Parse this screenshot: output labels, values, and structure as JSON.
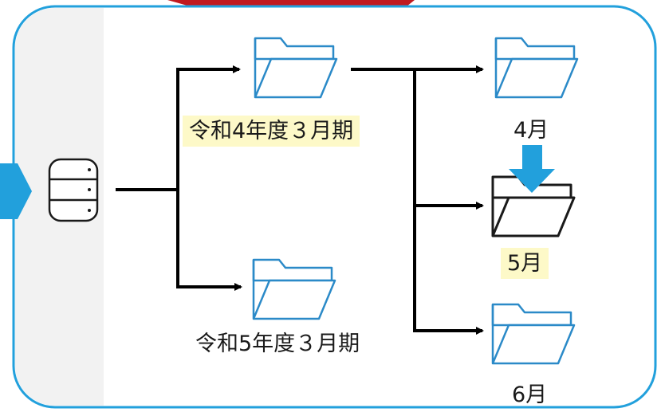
{
  "diagram": {
    "source_icon": "database-icon",
    "folder_icon": "folder-open-icon",
    "folders": [
      {
        "id": "fy4",
        "label": "令和4年度３月期",
        "highlighted": true
      },
      {
        "id": "fy5",
        "label": "令和5年度３月期",
        "highlighted": false
      },
      {
        "id": "m4",
        "label": "4月",
        "highlighted": false
      },
      {
        "id": "m5",
        "label": "5月",
        "highlighted": true,
        "marked_with_arrow": true
      },
      {
        "id": "m6",
        "label": "6月",
        "highlighted": false
      }
    ],
    "colors": {
      "panel_fill": "#f2f2f2",
      "panel_border": "#22a0dc",
      "folder_stroke": "#2b8ac8",
      "folder_fill": "#ffffff",
      "highlight": "#fdf9c8",
      "blue_arrow": "#22a0dc",
      "top_arrow": "#c0191f",
      "connector": "#000000"
    }
  }
}
